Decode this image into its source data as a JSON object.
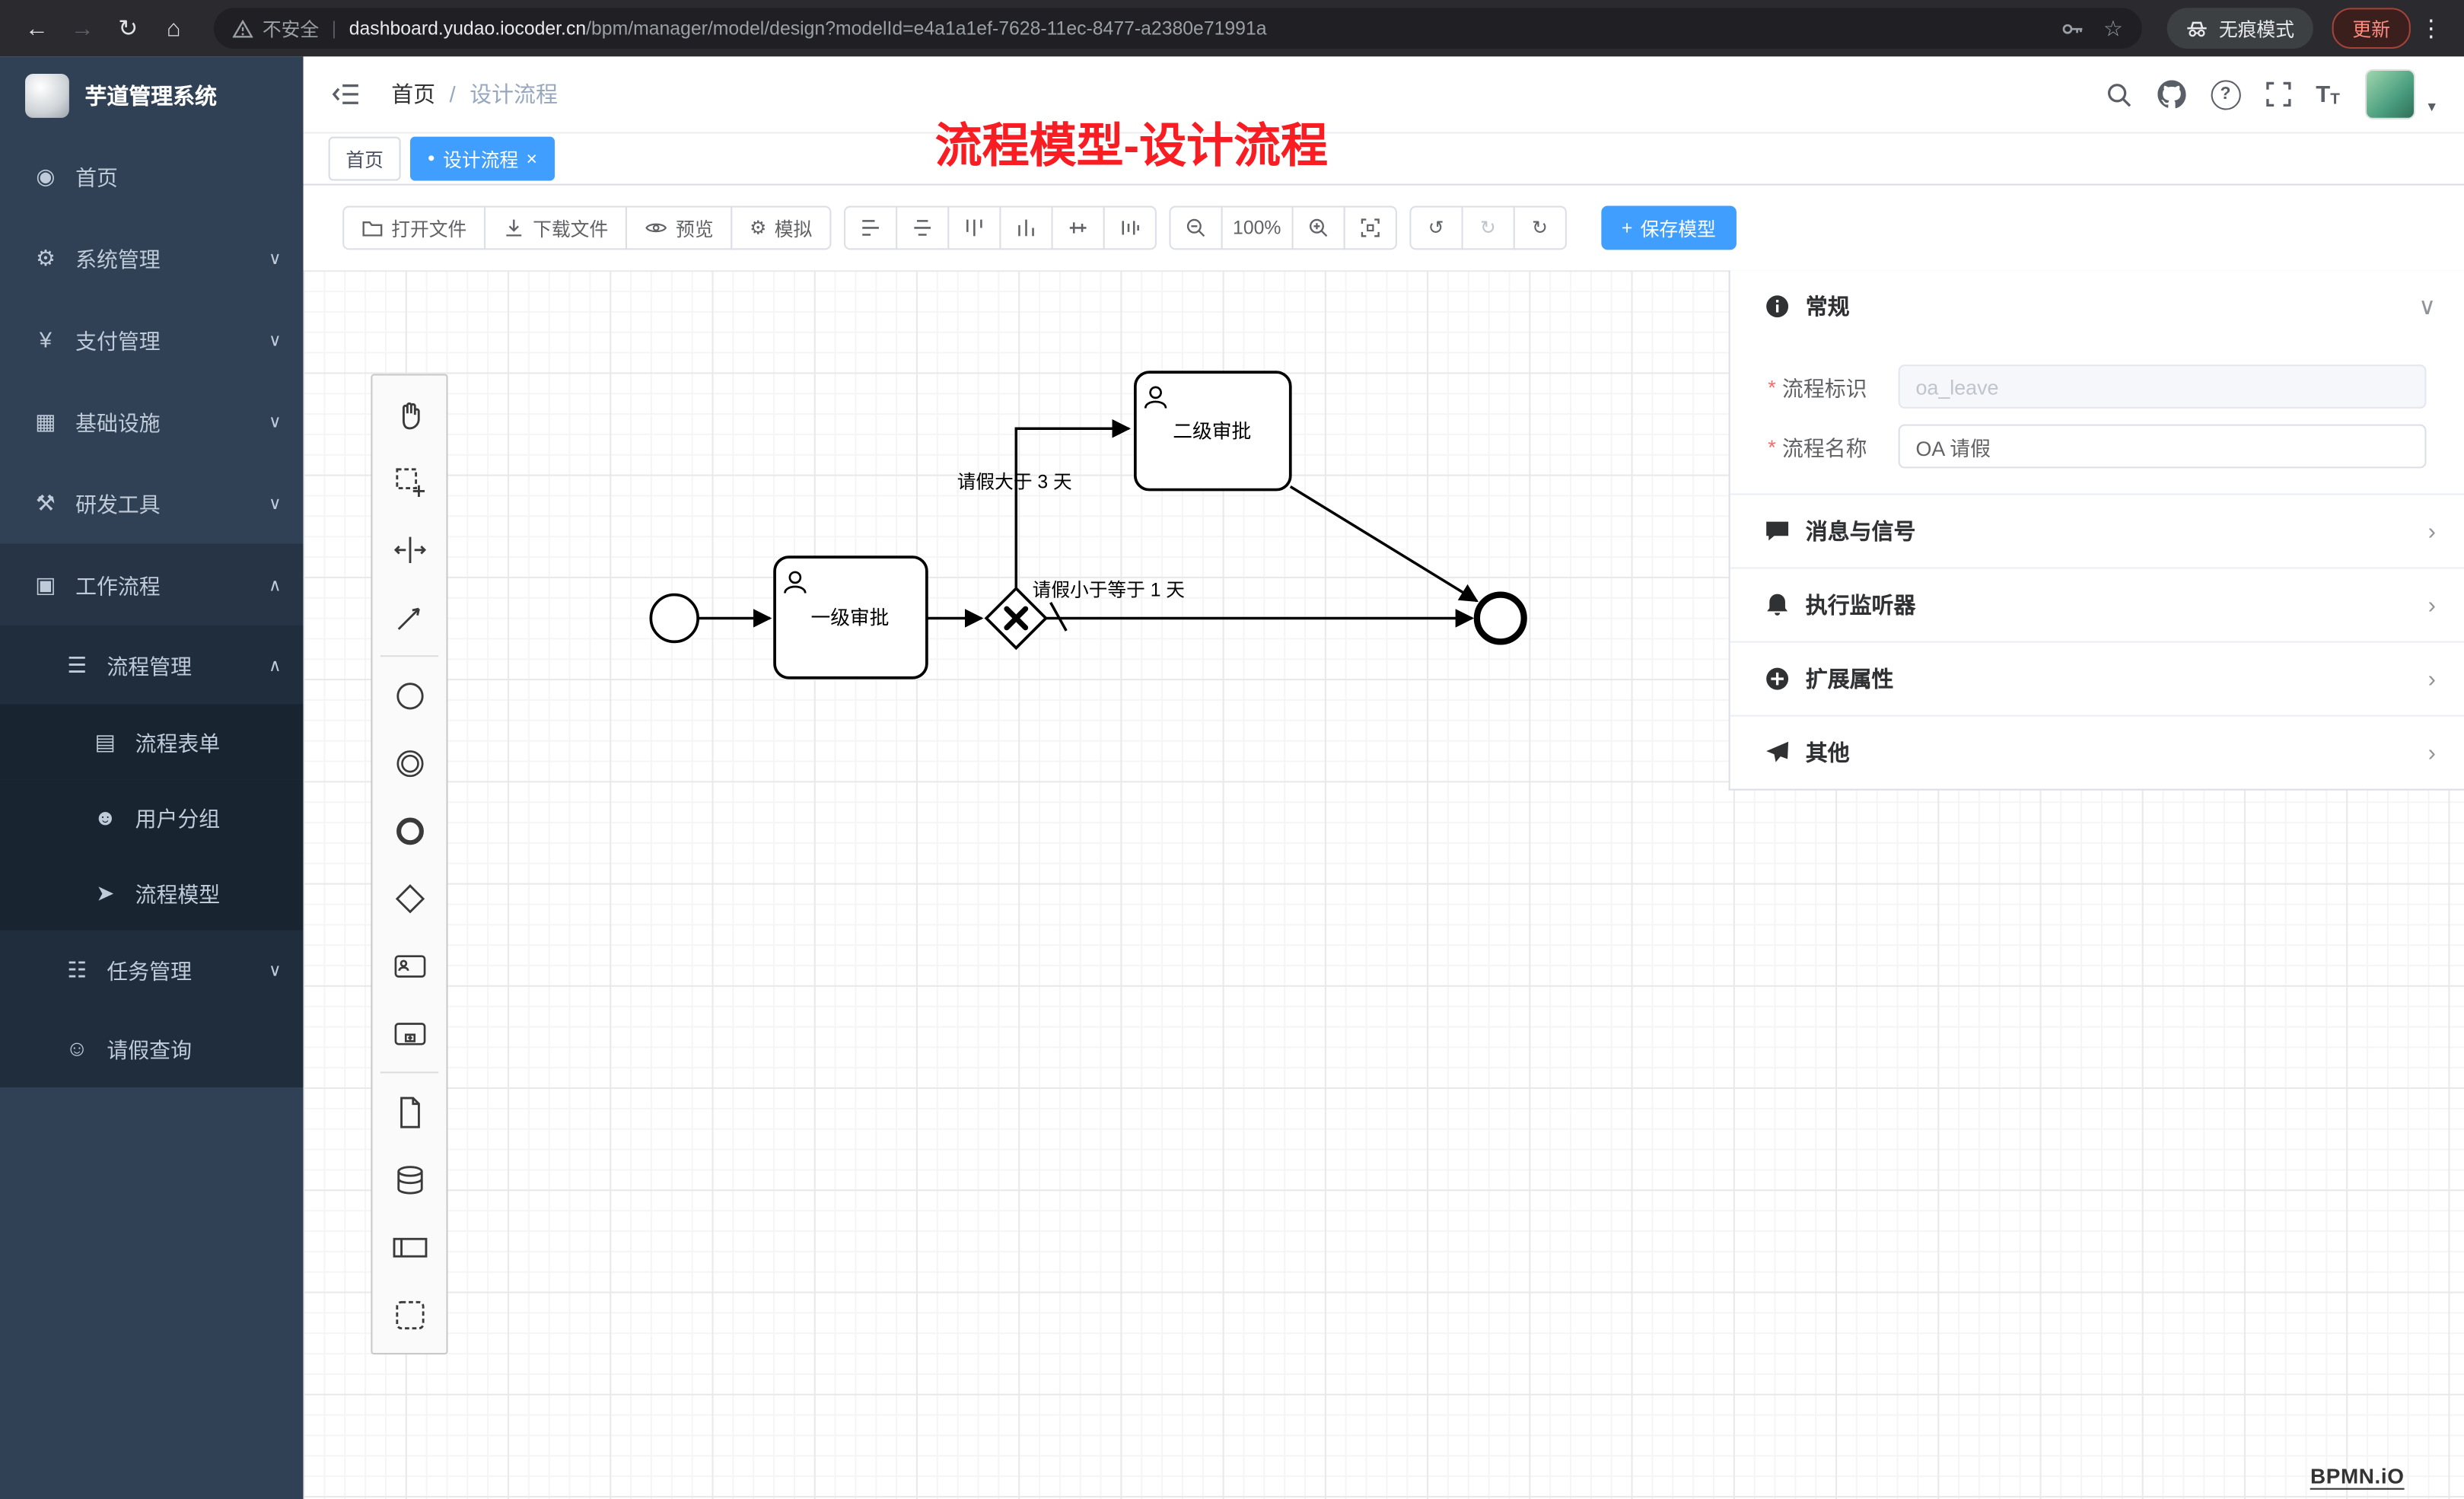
{
  "icons": {
    "back": "←",
    "forward": "→",
    "reload": "↻",
    "home": "⌂",
    "separator": "|",
    "star": "☆",
    "dots": "⋮",
    "question": "?",
    "slash": "/",
    "tab_dot": "●",
    "tab_close": "×",
    "gear": "⚙",
    "undo": "↺",
    "redo": "↻",
    "refresh": "↻",
    "plus": "+",
    "chev_down": "∨",
    "chev_up": "∧",
    "chev_right": "›",
    "caret": "▾",
    "t_big": "T",
    "t_small": "T"
  },
  "browser": {
    "security_label": "不安全",
    "url_host": "dashboard.yudao.iocoder.cn",
    "url_path": "/bpm/manager/model/design?modelId=e4a1a1ef-7628-11ec-8477-a2380e71991a",
    "incognito_label": "无痕模式",
    "update_button": "更新"
  },
  "sidebar": {
    "app_title": "芋道管理系统",
    "items": [
      {
        "label": "首页",
        "icon": "◉",
        "chevron": ""
      },
      {
        "label": "系统管理",
        "icon": "⚙",
        "chevron": "∨"
      },
      {
        "label": "支付管理",
        "icon": "¥",
        "chevron": "∨"
      },
      {
        "label": "基础设施",
        "icon": "▦",
        "chevron": "∨"
      },
      {
        "label": "研发工具",
        "icon": "⚒",
        "chevron": "∨"
      },
      {
        "label": "工作流程",
        "icon": "▣",
        "chevron": "∧"
      },
      {
        "label": "流程管理",
        "icon": "☰",
        "chevron": "∧"
      },
      {
        "label": "流程表单",
        "icon": "▤",
        "chevron": ""
      },
      {
        "label": "用户分组",
        "icon": "☻",
        "chevron": ""
      },
      {
        "label": "流程模型",
        "icon": "➤",
        "chevron": ""
      },
      {
        "label": "任务管理",
        "icon": "☷",
        "chevron": "∨"
      },
      {
        "label": "请假查询",
        "icon": "☺",
        "chevron": ""
      }
    ]
  },
  "header": {
    "breadcrumb_home": "首页",
    "breadcrumb_current": "设计流程",
    "annotation": "流程模型-设计流程"
  },
  "tabs": {
    "home": "首页",
    "active": "设计流程"
  },
  "toolbar": {
    "open_file": "打开文件",
    "download_file": "下载文件",
    "preview": "预览",
    "simulate": "模拟",
    "zoom_level": "100%",
    "save_model": "保存模型"
  },
  "diagram": {
    "task1": "一级审批",
    "task2": "二级审批",
    "edge_gt3": "请假大于 3 天",
    "edge_le1": "请假小于等于 1 天"
  },
  "properties": {
    "general_title": "常规",
    "process_key_label": "流程标识",
    "process_key_value": "oa_leave",
    "process_name_label": "流程名称",
    "process_name_value": "OA 请假",
    "sections": [
      {
        "title": "消息与信号"
      },
      {
        "title": "执行监听器"
      },
      {
        "title": "扩展属性"
      },
      {
        "title": "其他"
      }
    ]
  },
  "watermark": "BPMN.iO"
}
